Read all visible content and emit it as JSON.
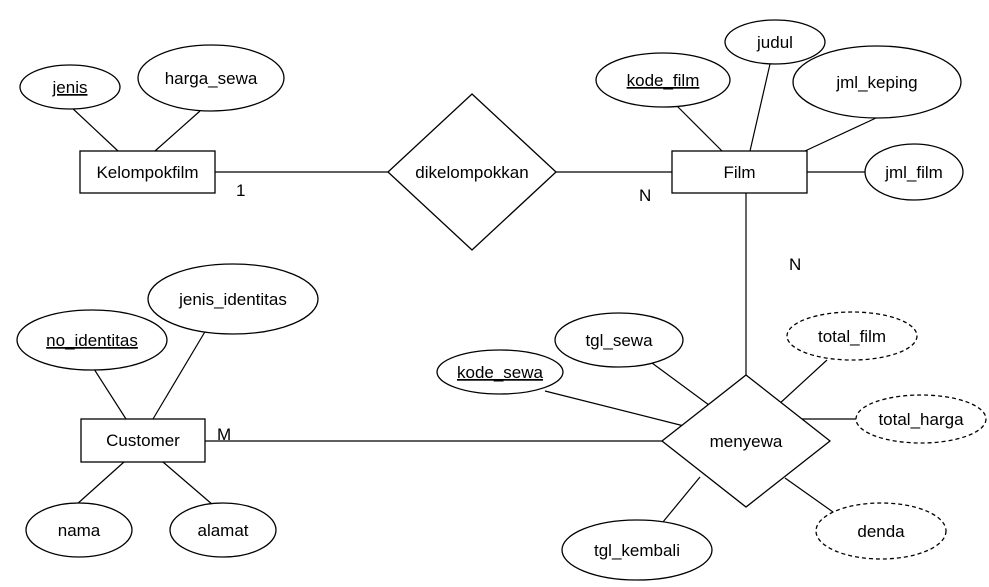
{
  "entities": {
    "kelompokfilm": "Kelompokfilm",
    "film": "Film",
    "customer": "Customer"
  },
  "relationships": {
    "dikelompokkan": "dikelompokkan",
    "menyewa": "menyewa"
  },
  "attributes": {
    "jenis": "jenis",
    "harga_sewa": "harga_sewa",
    "kode_film": "kode_film",
    "judul": "judul",
    "jml_keping": "jml_keping",
    "jml_film": "jml_film",
    "no_identitas": "no_identitas",
    "jenis_identitas": "jenis_identitas",
    "nama": "nama",
    "alamat": "alamat",
    "kode_sewa": "kode_sewa",
    "tgl_sewa": "tgl_sewa",
    "tgl_kembali": "tgl_kembali",
    "total_film": "total_film",
    "total_harga": "total_harga",
    "denda": "denda"
  },
  "cardinalities": {
    "kelompokfilm_side": "1",
    "film_side_dikelompokkan": "N",
    "film_side_menyewa": "N",
    "customer_side": "M"
  }
}
